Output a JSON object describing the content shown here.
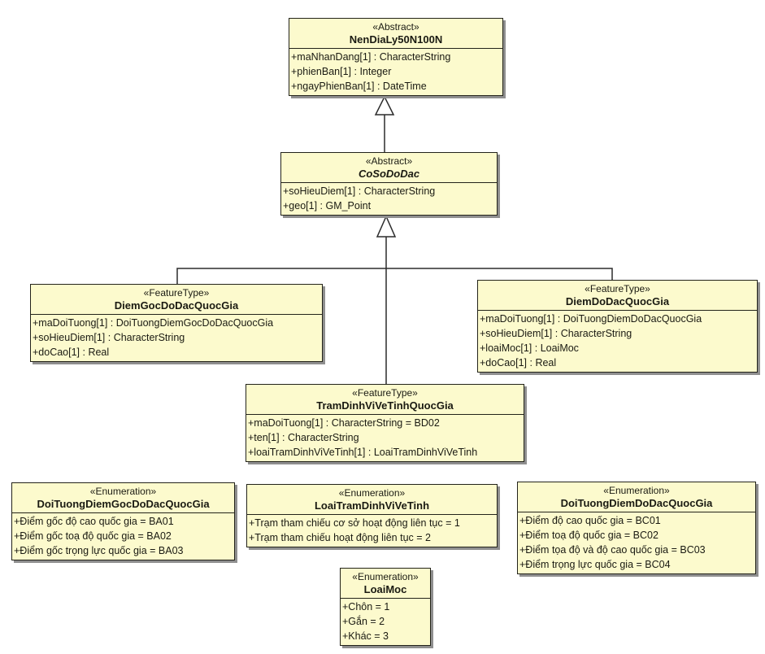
{
  "diagram": {
    "type": "uml-class-diagram",
    "colors": {
      "box_fill": "#FCFACD",
      "box_border": "#23231A",
      "shadow": "#8F8F8F",
      "line": "#2B2B2B",
      "background": "#FFFFFF"
    }
  },
  "classes": [
    {
      "stereotype": "«Abstract»",
      "name": "NenDiaLy50N100N",
      "attributes": [
        "+maNhanDang[1] : CharacterString",
        "+phienBan[1] : Integer",
        "+ngayPhienBan[1] : DateTime"
      ]
    },
    {
      "stereotype": "«Abstract»",
      "name": "CoSoDoDac",
      "attributes": [
        "+soHieuDiem[1] : CharacterString",
        "+geo[1] : GM_Point"
      ]
    },
    {
      "stereotype": "«FeatureType»",
      "name": "DiemGocDoDacQuocGia",
      "attributes": [
        "+maDoiTuong[1] : DoiTuongDiemGocDoDacQuocGia",
        "+soHieuDiem[1] : CharacterString",
        "+doCao[1] : Real"
      ]
    },
    {
      "stereotype": "«FeatureType»",
      "name": "DiemDoDacQuocGia",
      "attributes": [
        "+maDoiTuong[1] : DoiTuongDiemDoDacQuocGia",
        "+soHieuDiem[1] : CharacterString",
        "+loaiMoc[1] : LoaiMoc",
        "+doCao[1] : Real"
      ]
    },
    {
      "stereotype": "«FeatureType»",
      "name": "TramDinhViVeTinhQuocGia",
      "attributes": [
        "+maDoiTuong[1] : CharacterString = BD02",
        "+ten[1] : CharacterString",
        "+loaiTramDinhViVeTinh[1] : LoaiTramDinhViVeTinh"
      ]
    },
    {
      "stereotype": "«Enumeration»",
      "name": "DoiTuongDiemGocDoDacQuocGia",
      "attributes": [
        "+Điểm gốc độ cao quốc gia = BA01",
        "+Điểm gốc toạ độ quốc gia = BA02",
        "+Điểm gốc trọng lực quốc gia = BA03"
      ]
    },
    {
      "stereotype": "«Enumeration»",
      "name": "LoaiTramDinhViVeTinh",
      "attributes": [
        "+Trạm tham chiếu cơ sở hoạt động liên tục = 1",
        "+Trạm tham chiếu hoạt động liên tục = 2"
      ]
    },
    {
      "stereotype": "«Enumeration»",
      "name": "DoiTuongDiemDoDacQuocGia",
      "attributes": [
        "+Điểm độ cao quốc gia = BC01",
        "+Điểm toạ độ quốc gia = BC02",
        "+Điểm tọa độ và độ cao quốc gia = BC03",
        "+Điểm trọng lực quốc gia = BC04"
      ]
    },
    {
      "stereotype": "«Enumeration»",
      "name": "LoaiMoc",
      "attributes": [
        "+Chôn = 1",
        "+Gắn = 2",
        "+Khác = 3"
      ]
    }
  ],
  "relations": [
    {
      "type": "generalization",
      "from": "CoSoDoDac",
      "to": "NenDiaLy50N100N"
    },
    {
      "type": "generalization",
      "from": "DiemGocDoDacQuocGia",
      "to": "CoSoDoDac"
    },
    {
      "type": "generalization",
      "from": "DiemDoDacQuocGia",
      "to": "CoSoDoDac"
    },
    {
      "type": "generalization",
      "from": "TramDinhViVeTinhQuocGia",
      "to": "CoSoDoDac"
    }
  ]
}
